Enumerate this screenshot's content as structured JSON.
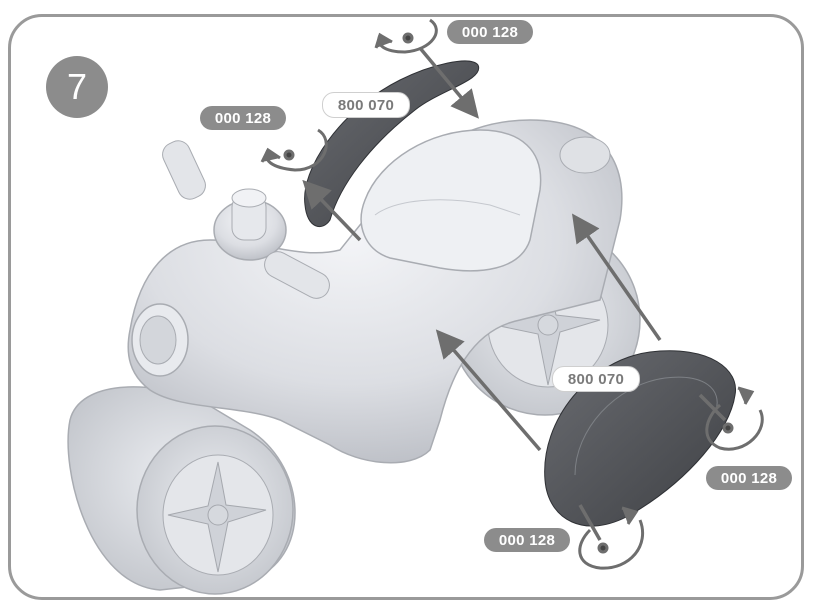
{
  "step": {
    "number": "7"
  },
  "labels": {
    "screw_top": "000 128",
    "screw_left": "000 128",
    "cover_top": "800 070",
    "cover_right": "800 070",
    "screw_right": "000 128",
    "screw_bottom": "000 128"
  },
  "colors": {
    "frame": "#9a9a9a",
    "badge": "#8c8c8c",
    "body": "#d9dbe0",
    "cover": "#55575c",
    "arrow": "#6e6e6e"
  }
}
